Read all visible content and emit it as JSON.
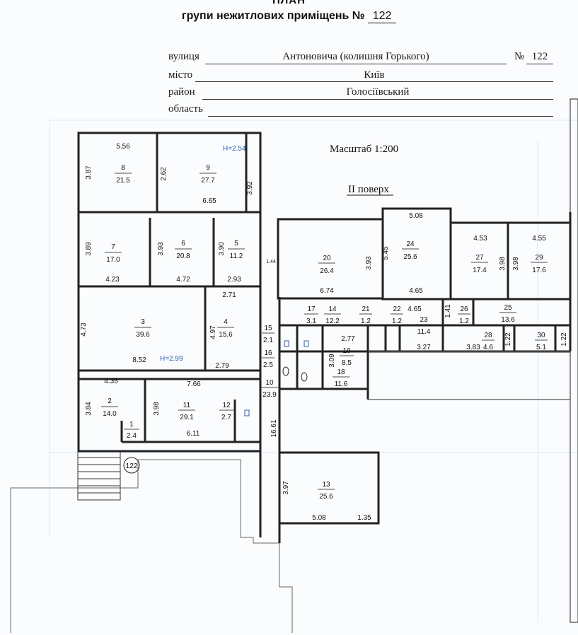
{
  "header": {
    "title": "ПЛАН",
    "subtitle_prefix": "групи нежитлових приміщень №",
    "subtitle_number": "122"
  },
  "fields": {
    "street_label": "вулиця",
    "street_value": "Антоновича (колишня Горького)",
    "house_label": "№",
    "house_value": "122",
    "city_label": "місто",
    "city_value": "Київ",
    "district_label": "район",
    "district_value": "Голосіївський",
    "region_label": "область",
    "region_value": ""
  },
  "plan": {
    "scale": "Масштаб 1:200",
    "floor": "II поверх",
    "ceiling_heights": [
      "H=2.54",
      "H=2.99"
    ],
    "door_number": "122",
    "rooms": [
      {
        "no": "1",
        "area": "2.4"
      },
      {
        "no": "2",
        "area": "14.0"
      },
      {
        "no": "3",
        "area": "39.6"
      },
      {
        "no": "4",
        "area": "15.6"
      },
      {
        "no": "5",
        "area": "11.2"
      },
      {
        "no": "6",
        "area": "20.8"
      },
      {
        "no": "7",
        "area": "17.0"
      },
      {
        "no": "8",
        "area": "21.5"
      },
      {
        "no": "9",
        "area": "27.7"
      },
      {
        "no": "10",
        "area": "23.9"
      },
      {
        "no": "11",
        "area": "29.1"
      },
      {
        "no": "12",
        "area": "2.7"
      },
      {
        "no": "13",
        "area": "25.6"
      },
      {
        "no": "14",
        "area": "12.2"
      },
      {
        "no": "15",
        "area": "2.1"
      },
      {
        "no": "16",
        "area": "2.5"
      },
      {
        "no": "17",
        "area": "3.1"
      },
      {
        "no": "18",
        "area": "11.6"
      },
      {
        "no": "19",
        "area": "8.5"
      },
      {
        "no": "20",
        "area": "26.4"
      },
      {
        "no": "21",
        "area": "1.2"
      },
      {
        "no": "22",
        "area": "1.2"
      },
      {
        "no": "23",
        "area": "11.4"
      },
      {
        "no": "24",
        "area": "25.6"
      },
      {
        "no": "25",
        "area": "13.6"
      },
      {
        "no": "26",
        "area": "1.2"
      },
      {
        "no": "27",
        "area": "17.4"
      },
      {
        "no": "28",
        "area": "4.6"
      },
      {
        "no": "29",
        "area": "17.6"
      },
      {
        "no": "30",
        "area": "5.1"
      }
    ],
    "dimensions": [
      "5.56",
      "3.87",
      "2.62",
      "3.92",
      "6.65",
      "3.89",
      "3.93",
      "3.90",
      "1.44",
      "4.23",
      "4.72",
      "2.93",
      "2.71",
      "4.73",
      "4.97",
      "8.52",
      "2.79",
      "4.35",
      "7.66",
      "3.84",
      "3.98",
      "6.11",
      "16.61",
      "3.97",
      "5.08",
      "1.35",
      "3.93",
      "6.74",
      "5.45",
      "5.08",
      "4.65",
      "4.65",
      "1.41",
      "4.53",
      "3.98",
      "4.55",
      "3.98",
      "2.77",
      "3.09",
      "3.27",
      "3.83",
      "1.22",
      "1.22"
    ]
  }
}
